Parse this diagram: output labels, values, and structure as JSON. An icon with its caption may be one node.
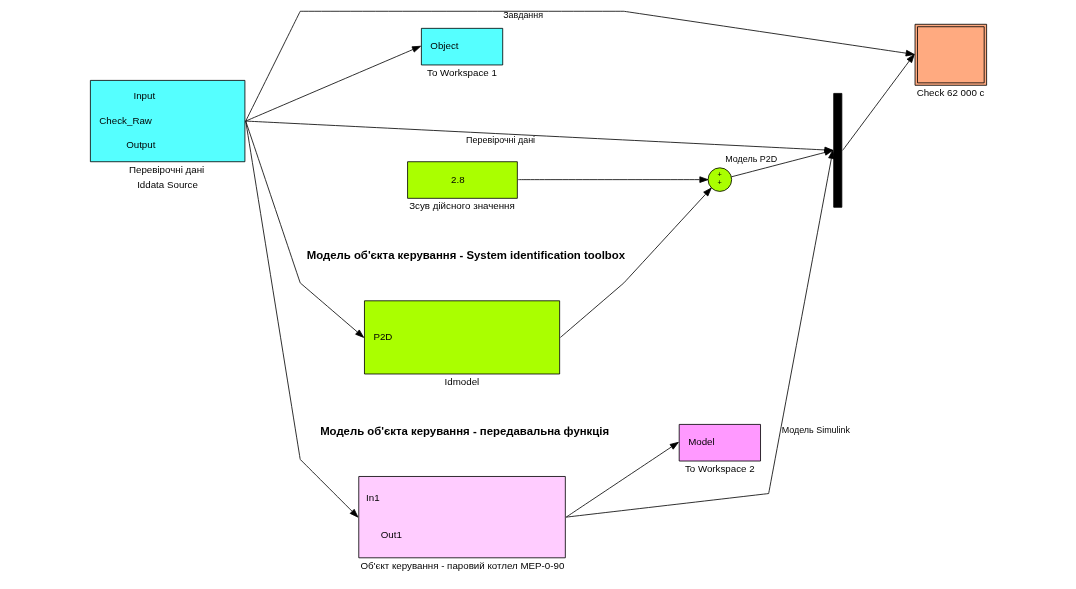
{
  "diagram": {
    "nodes": [
      {
        "text": [
          "Input",
          "Check_Raw",
          "Output"
        ],
        "beside": [
          "Перевірочні дані",
          "Iddata Source"
        ]
      },
      {
        "text": [
          "P2D"
        ],
        "beside": [
          "Idmodel"
        ]
      },
      {
        "text": [
          "2.8"
        ],
        "beside": [
          "Зсув дійсного значення"
        ]
      },
      {
        "text": [
          "+",
          "+"
        ]
      },
      {
        "text": [],
        "shape": "bar"
      },
      {
        "text": [],
        "shape": "box",
        "beside": [
          "Check 62 000 с"
        ]
      },
      {
        "text": [
          "Object"
        ],
        "beside": [
          "To Workspace 1"
        ]
      },
      {
        "text": [
          "Model"
        ],
        "beside": [
          "To Workspace 2"
        ]
      },
      {
        "text": [
          "In1",
          "Out1"
        ],
        "beside": [
          "Об'єкт керування - паровий котлел МЕР-0-90"
        ]
      }
    ],
    "edges": [
      {
        "from": 0,
        "to": 1,
        "arrow": "to"
      },
      {
        "from": 0,
        "to": 5,
        "arrow": "to",
        "label": "Завдання"
      },
      {
        "from": 0,
        "to": 8,
        "arrow": "to"
      },
      {
        "from": 1,
        "to": 3,
        "arrow": "to"
      },
      {
        "from": 2,
        "to": 3,
        "arrow": "to"
      },
      {
        "from": 3,
        "to": 4,
        "arrow": "to",
        "label": "Модель P2D"
      },
      {
        "from": 8,
        "to": 4,
        "arrow": "to",
        "label": "Модель Simulink"
      },
      {
        "from": 0,
        "to": 4,
        "arrow": "to",
        "label": "Перевірочні дані"
      },
      {
        "from": 0,
        "to": 6,
        "arrow": "to"
      },
      {
        "from": 8,
        "to": 7,
        "arrow": "to"
      },
      {
        "from": 4,
        "to": 5,
        "arrow": "to"
      }
    ],
    "labels": [
      "Модель об'єкта керування - System identification toolbox",
      "Модель об'єкта керування - передавальна функція"
    ]
  }
}
